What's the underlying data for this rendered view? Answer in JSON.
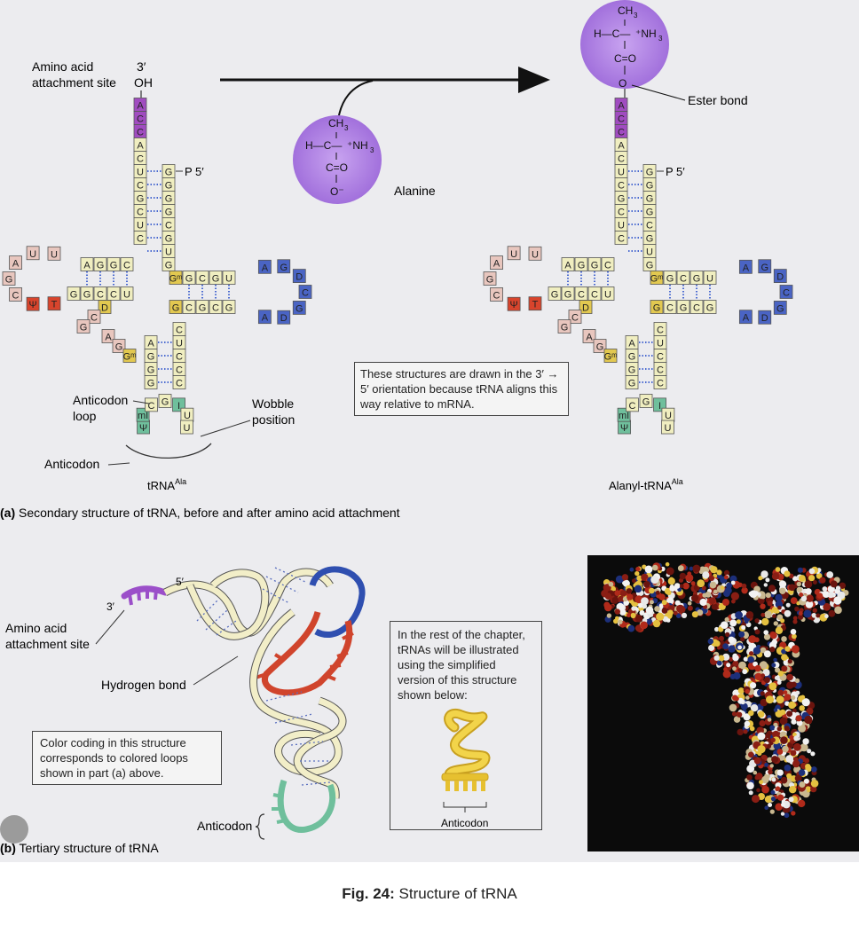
{
  "labels": {
    "amino_acid_attachment_site": [
      "Amino acid",
      "attachment site"
    ],
    "three_prime": "3′",
    "oh": "OH",
    "p5": "P 5′",
    "alanine": "Alanine",
    "ester_bond": "Ester bond",
    "anticodon_loop": [
      "Anticodon",
      "loop"
    ],
    "wobble_position": [
      "Wobble",
      "position"
    ],
    "anticodon": "Anticodon",
    "trna_ala": "tRNA",
    "ala_sup": "Ala",
    "alanyl_trna": "Alanyl-tRNA",
    "five_prime": "5′",
    "hydrogen_bond": "Hydrogen bond",
    "b_amino_acid": [
      "Amino acid",
      "attachment site"
    ]
  },
  "molecule": {
    "ch3": "CH",
    "ch3_sub": "3",
    "h_c": "H—C—",
    "nh3": "⁺NH",
    "nh3_sub": "3",
    "c_o": "C=O",
    "o_minus": "O⁻",
    "o": "O"
  },
  "part_a_caption_letter": "(a)",
  "part_a_caption": " Secondary structure of tRNA, before and after amino acid attachment",
  "part_b_caption_letter": "(b)",
  "part_b_caption": " Tertiary structure of tRNA",
  "orientation_note": "These structures are drawn in the 3′ → 5′ orientation because tRNA aligns this way relative to mRNA.",
  "color_note": "Color coding in this structure corresponds to colored loops shown in part (a) above.",
  "simplified_note": "In the rest of the chapter, tRNAs will be illustrated using the simplified version of this structure shown below:",
  "simplified_anticodon": "Anticodon",
  "figure_caption_label": "Fig. 24:",
  "figure_caption_text": " Structure of tRNA",
  "sequences": {
    "acceptor_3": [
      "A",
      "C",
      "C",
      "A",
      "C",
      "U",
      "C",
      "G",
      "C",
      "U",
      "C"
    ],
    "acceptor_5": [
      "G",
      "G",
      "G",
      "G",
      "C",
      "G",
      "U",
      "G"
    ],
    "d_stem_top": [
      "C",
      "G",
      "G",
      "A"
    ],
    "d_loop": [
      "U",
      "U",
      "A",
      "G",
      "C",
      "Ψ",
      "T"
    ],
    "d_stem_bottom": [
      "G",
      "G",
      "C",
      "C",
      "U"
    ],
    "t_stem_top": [
      "Gᵐ",
      "G",
      "C",
      "G",
      "U"
    ],
    "t_loop": [
      "A",
      "G",
      "D",
      "C",
      "G",
      "D",
      "A"
    ],
    "t_stem_bottom": [
      "G",
      "C",
      "G",
      "C",
      "G"
    ],
    "variable": [
      "D",
      "C",
      "G",
      "A",
      "G",
      "Gᵐ"
    ],
    "anticodon_stem_left": [
      "A",
      "G",
      "G",
      "G"
    ],
    "anticodon_stem_right": [
      "C",
      "U",
      "C",
      "C",
      "C"
    ],
    "anticodon_loop": [
      "Ψ",
      "mI",
      "C",
      "G",
      "I",
      "U",
      "U"
    ]
  }
}
